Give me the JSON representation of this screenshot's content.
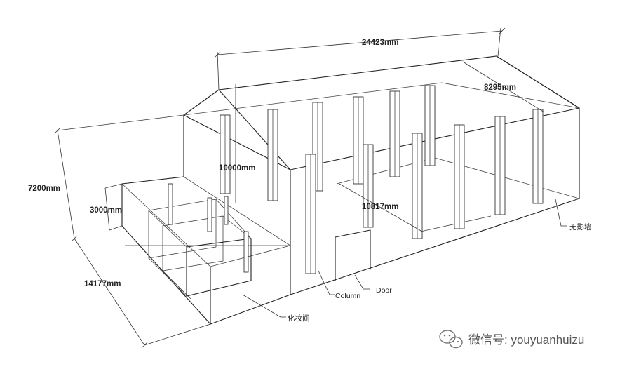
{
  "dimensions": {
    "length": "24423mm",
    "ridge_width": "8295mm",
    "height": "7200mm",
    "inner_height": "10000mm",
    "room_height": "3000mm",
    "span": "10817mm",
    "width": "14177mm"
  },
  "labels": {
    "column": "Column",
    "door": "Door",
    "infinity_wall": "无影墙",
    "makeup_room": "化妆间"
  },
  "watermark": {
    "text": "微信号: youyuanhuizu",
    "icon": "wechat-icon"
  }
}
